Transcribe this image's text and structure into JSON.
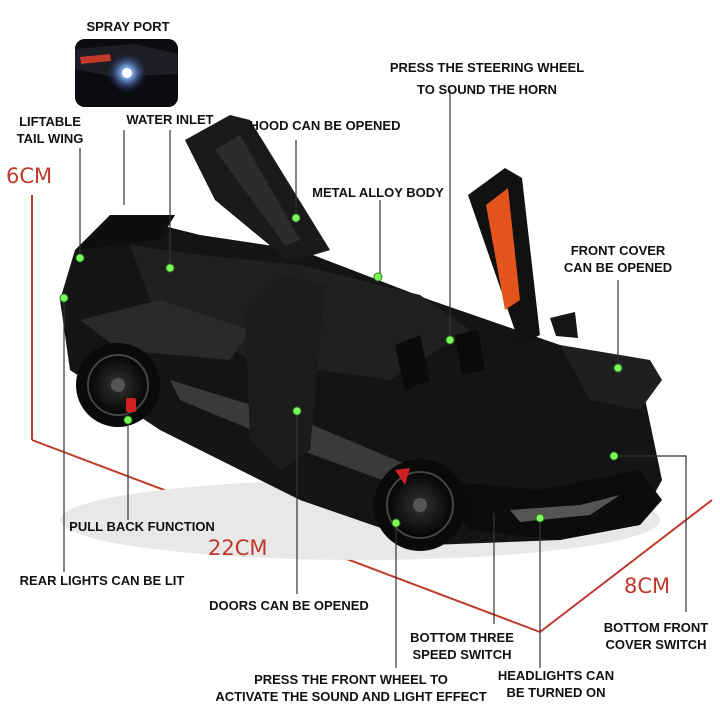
{
  "labels": {
    "spray_port": "SPRAY PORT",
    "liftable_tail_wing_1": "LIFTABLE",
    "liftable_tail_wing_2": "TAIL WING",
    "water_inlet": "WATER INLET",
    "hood_opened": "HOOD CAN BE OPENED",
    "steering_horn_1": "PRESS THE STEERING WHEEL",
    "steering_horn_2": "TO SOUND THE HORN",
    "metal_alloy_body": "METAL ALLOY BODY",
    "front_cover_1": "FRONT COVER",
    "front_cover_2": "CAN BE OPENED",
    "pull_back": "PULL BACK FUNCTION",
    "rear_lights": "REAR LIGHTS CAN BE LIT",
    "doors_opened": "DOORS CAN BE OPENED",
    "speed_switch_1": "BOTTOM THREE",
    "speed_switch_2": "SPEED SWITCH",
    "front_cover_switch_1": "BOTTOM FRONT",
    "front_cover_switch_2": "COVER SWITCH",
    "front_wheel_1": "PRESS THE FRONT WHEEL TO",
    "front_wheel_2": "ACTIVATE THE SOUND AND LIGHT EFFECT",
    "headlights_1": "HEADLIGHTS CAN",
    "headlights_2": "BE TURNED ON"
  },
  "dimensions": {
    "height": "6CM",
    "length": "22CM",
    "width": "8CM"
  },
  "colors": {
    "dimension_line": "#c0392b",
    "leader_line": "#333333",
    "dot": "#7dff5a",
    "car_body": "#141414",
    "accent_orange": "#e2541c"
  }
}
